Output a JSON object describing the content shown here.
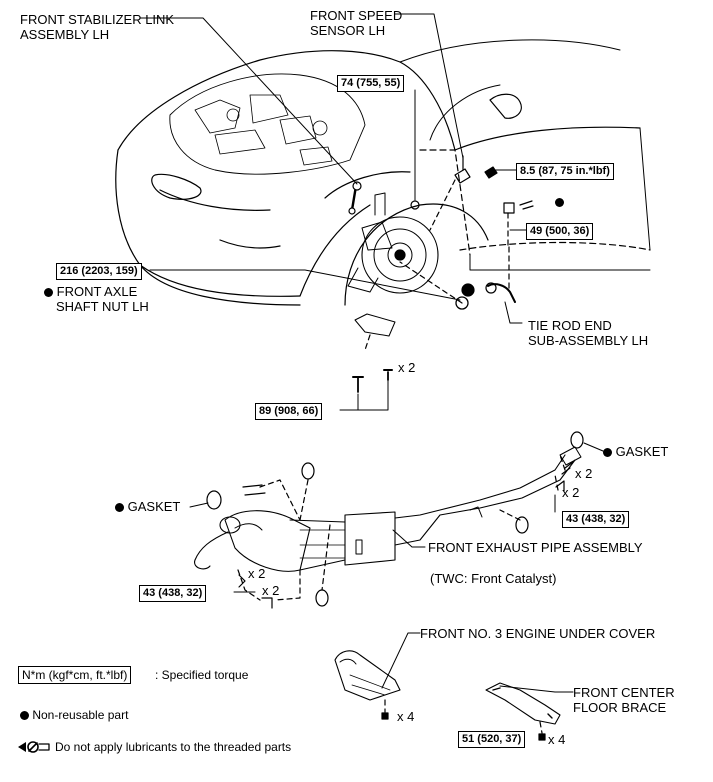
{
  "labels": {
    "stabilizer_link_l1": "FRONT STABILIZER LINK",
    "stabilizer_link_l2": "ASSEMBLY LH",
    "speed_sensor_l1": "FRONT SPEED",
    "speed_sensor_l2": "SENSOR LH",
    "axle_nut_l1": "FRONT AXLE",
    "axle_nut_l2": "SHAFT NUT LH",
    "tie_rod_l1": "TIE ROD END",
    "tie_rod_l2": "SUB-ASSEMBLY LH",
    "gasket_right": "GASKET",
    "gasket_left": "GASKET",
    "exhaust_pipe": "FRONT EXHAUST PIPE ASSEMBLY",
    "twc_note": "(TWC: Front Catalyst)",
    "under_cover": "FRONT NO. 3 ENGINE UNDER COVER",
    "floor_brace_l1": "FRONT CENTER",
    "floor_brace_l2": "FLOOR BRACE"
  },
  "torques": {
    "t74": "74 (755, 55)",
    "t85": "8.5 (87, 75 in.*lbf)",
    "t49": "49 (500, 36)",
    "t216": "216 (2203, 159)",
    "t89": "89 (908, 66)",
    "t43_right": "43 (438, 32)",
    "t43_left": "43 (438, 32)",
    "t51": "51 (520, 37)"
  },
  "counts": {
    "c89": "x 2",
    "c43r_a": "x 2",
    "c43r_b": "x 2",
    "c43l_a": "x 2",
    "c43l_b": "x 2",
    "c_cover": "x 4",
    "c51": "x 4"
  },
  "legend": {
    "torque_box": "N*m (kgf*cm, ft.*lbf)",
    "torque_desc": ": Specified torque",
    "nonreusable": "Non-reusable part",
    "no_lube": "Do not apply lubricants to the threaded parts"
  }
}
